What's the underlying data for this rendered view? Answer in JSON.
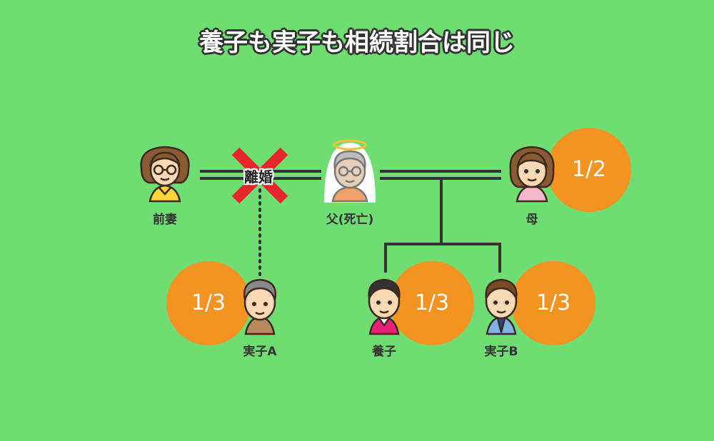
{
  "title": "養子も実子も相続割合は同じ",
  "divorce_label": "離婚",
  "people": {
    "ex_wife": {
      "label": "前妻",
      "icon": "woman-glasses-icon"
    },
    "father": {
      "label": "父(死亡)",
      "icon": "deceased-father-halo-icon"
    },
    "mother": {
      "label": "母",
      "share": "1/2",
      "icon": "mother-icon"
    },
    "child_a": {
      "label": "実子A",
      "share": "1/3",
      "icon": "man-gray-hair-icon"
    },
    "adopted": {
      "label": "養子",
      "share": "1/3",
      "icon": "man-pink-shirt-icon"
    },
    "child_b": {
      "label": "実子B",
      "share": "1/3",
      "icon": "boy-suit-icon"
    }
  },
  "colors": {
    "background": "#6fdd72",
    "share_circle": "#f39322",
    "cross": "#e8242c"
  }
}
